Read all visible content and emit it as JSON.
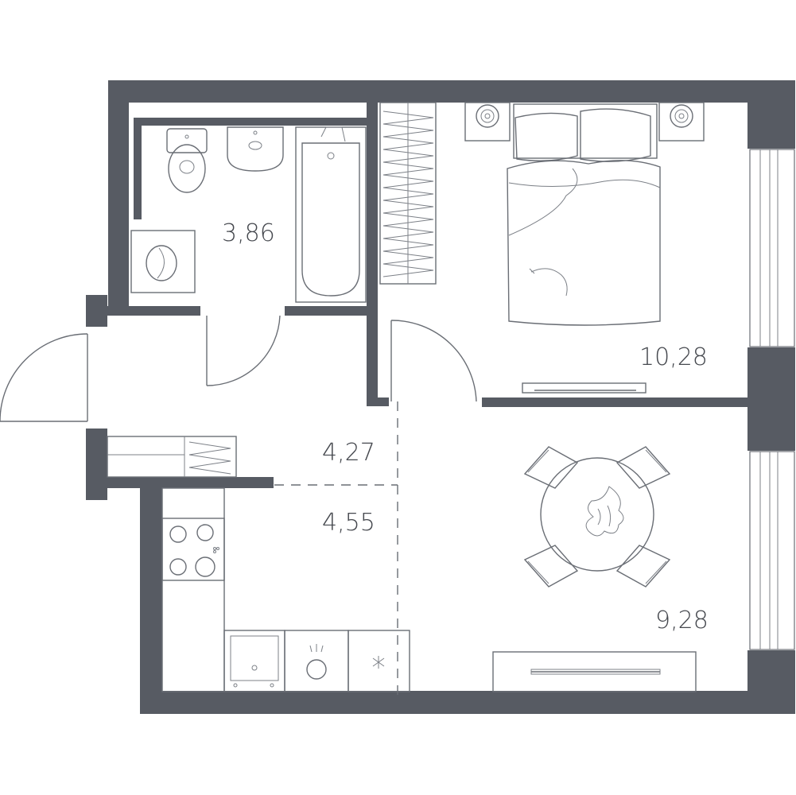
{
  "rooms": {
    "bathroom": {
      "area": "3,86"
    },
    "bedroom": {
      "area": "10,28"
    },
    "hallway": {
      "area": "4,27"
    },
    "kitchen": {
      "area": "4,55"
    },
    "living": {
      "area": "9,28"
    }
  },
  "icons": [
    "toilet-icon",
    "sink-icon",
    "bathtub-icon",
    "washing-machine-icon",
    "wardrobe-icon",
    "bed-icon",
    "nightstand-lamp-icon",
    "tv-icon",
    "dining-table-icon",
    "chair-icon",
    "stove-icon",
    "oven-icon",
    "dishwasher-icon",
    "sofa-icon"
  ],
  "colors": {
    "wall": "#575b63",
    "line": "#6a6e75",
    "background": "#ffffff"
  }
}
